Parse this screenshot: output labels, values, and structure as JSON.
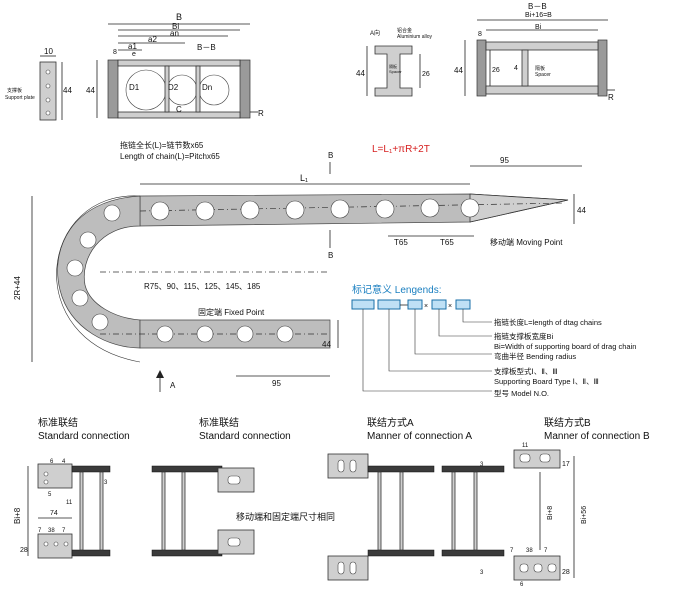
{
  "top": {
    "left_plate": {
      "dim_10": "10",
      "dim_44": "44",
      "label_cn": "支撑板",
      "label_en": "Support plate"
    },
    "section_view": {
      "B": "B",
      "Bi": "Bi",
      "an": "an",
      "a2": "a2",
      "a1": "a1",
      "e": "e",
      "dim_8": "8",
      "dim_44": "44",
      "R": "R",
      "BB": "B－B",
      "D1": "D1",
      "D2": "D2",
      "Dn": "Dn",
      "C": "C"
    },
    "aluminium": {
      "label_A": "A向",
      "label_cn": "铝合金",
      "label_en": "Aluminium alloy",
      "spacer_cn": "隔板",
      "spacer_en": "Spacer",
      "dim_44": "44",
      "dim_26": "26"
    },
    "right_section": {
      "title": "B－B",
      "BiB": "Bi+16=B",
      "Bi": "Bi",
      "dim_8": "8",
      "dim_44": "44",
      "dim_26": "26",
      "dim_4": "4",
      "spacer_cn": "隔板",
      "spacer_en": "Spacer",
      "R": "R"
    }
  },
  "main": {
    "chain_length_cn": "拖链全长(L)=链节数x65",
    "chain_length_en": "Length of chain(L)=Pitchx65",
    "formula": "L=L₁+πR+2T",
    "B_top": "B",
    "B_bottom": "B",
    "L1": "L₁",
    "dim_95_top": "95",
    "dim_95_bottom": "95",
    "dim_44_right": "44",
    "dim_44_bottom": "44",
    "T65_a": "T65",
    "T65_b": "T65",
    "moving_point": "移动端 Moving Point",
    "fixed_point": "固定端 Fixed Point",
    "radius_list": "R75、90、115、125、145、185",
    "height_label": "2R+44",
    "arrow_A": "A"
  },
  "legend": {
    "title": "标记意义  Lengends:",
    "items": [
      "拖链长度L=length of dtag chains",
      "拖链支撑板宽度Bi",
      "Bi=Width of supporting board of drag chain",
      "弯曲半径 Bending radius",
      "支撑板型式Ⅰ、Ⅱ、Ⅲ",
      "Supporting Board Type Ⅰ、Ⅱ、Ⅲ",
      "型号 Model N.O."
    ]
  },
  "bottom": {
    "std1_cn": "标准联结",
    "std1_en": "Standard connection",
    "std2_cn": "标准联结",
    "std2_en": "Standard connection",
    "connA_cn": "联结方式A",
    "connA_en": "Manner of connection A",
    "connB_cn": "联结方式B",
    "connB_en": "Manner of connection B",
    "note_cn": "移动端和固定端尺寸相同",
    "d6": "6",
    "d4": "4",
    "d3": "3",
    "d5": "5",
    "d11": "11",
    "d74": "74",
    "d7": "7",
    "d38": "38",
    "d28": "28",
    "Bi8": "Bi+8",
    "d17": "17",
    "d11b": "11",
    "Bi56": "Bi+56"
  }
}
